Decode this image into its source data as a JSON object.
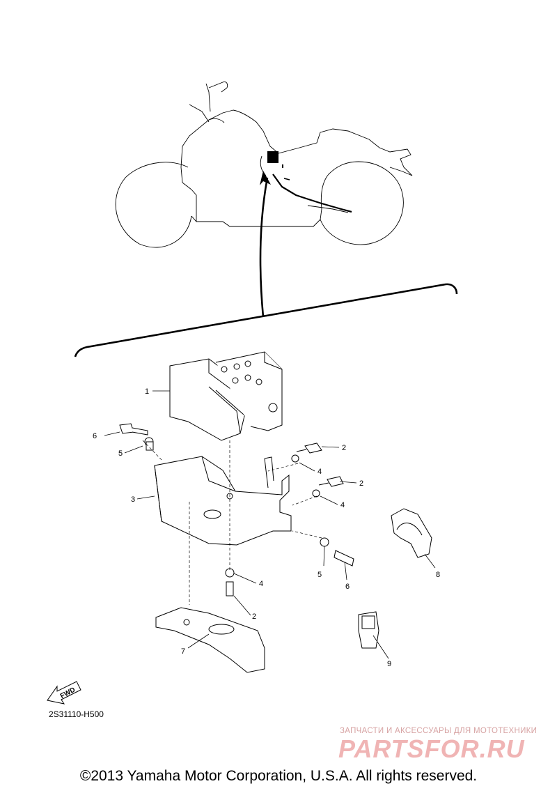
{
  "callouts": [
    {
      "id": "1",
      "label": "1"
    },
    {
      "id": "2a",
      "label": "2"
    },
    {
      "id": "2b",
      "label": "2"
    },
    {
      "id": "2c",
      "label": "2"
    },
    {
      "id": "3",
      "label": "3"
    },
    {
      "id": "4a",
      "label": "4"
    },
    {
      "id": "4b",
      "label": "4"
    },
    {
      "id": "4c",
      "label": "4"
    },
    {
      "id": "5a",
      "label": "5"
    },
    {
      "id": "5b",
      "label": "5"
    },
    {
      "id": "6a",
      "label": "6"
    },
    {
      "id": "6b",
      "label": "6"
    },
    {
      "id": "7",
      "label": "7"
    },
    {
      "id": "8",
      "label": "8"
    },
    {
      "id": "9",
      "label": "9"
    }
  ],
  "fwd_label": "FWD",
  "diagram_code": "2S31110-H500",
  "watermark": {
    "tagline": "ЗАПЧАСТИ И АКСЕССУАРЫ ДЛЯ МОТОТЕХНИКИ",
    "logo": "PARTSFOR.RU"
  },
  "copyright": "©2013 Yamaha Motor Corporation, U.S.A. All rights reserved."
}
